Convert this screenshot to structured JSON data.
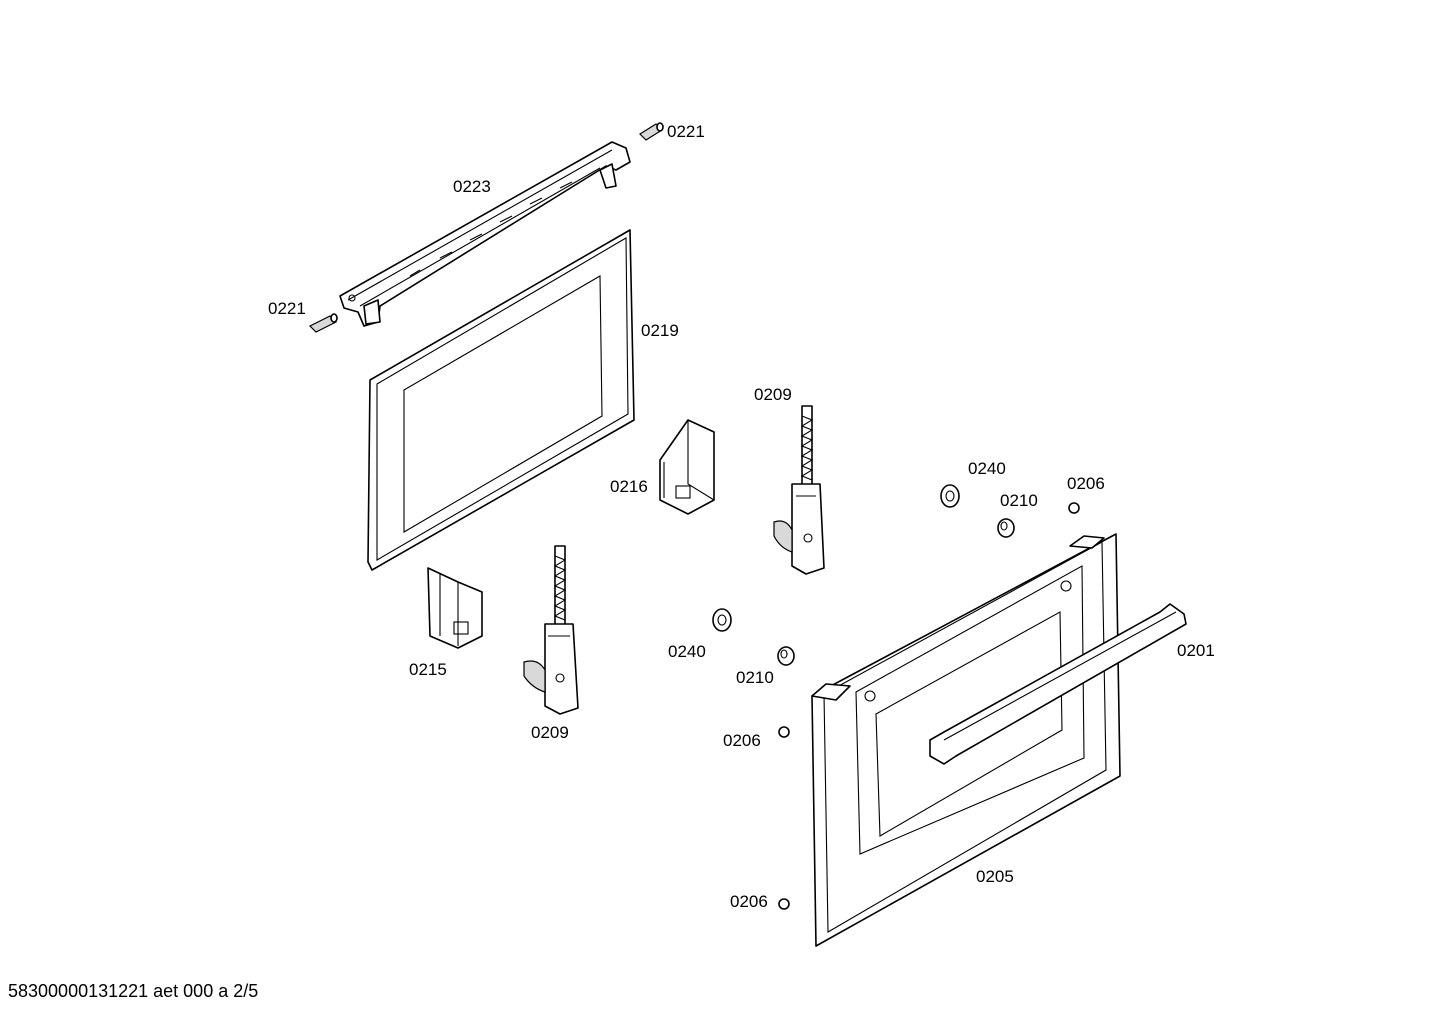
{
  "footer": {
    "code": "58300000131221 aet 000 a 2/5"
  },
  "labels": {
    "l0221_top": "0221",
    "l0223": "0223",
    "l0221_left": "0221",
    "l0219": "0219",
    "l0209_upper": "0209",
    "l0216": "0216",
    "l0240_upper": "0240",
    "l0206_upper": "0206",
    "l0210_upper": "0210",
    "l0215": "0215",
    "l0240_lower": "0240",
    "l0210_lower": "0210",
    "l0201": "0201",
    "l0209_lower": "0209",
    "l0206_mid": "0206",
    "l0205": "0205",
    "l0206_lower": "0206"
  }
}
